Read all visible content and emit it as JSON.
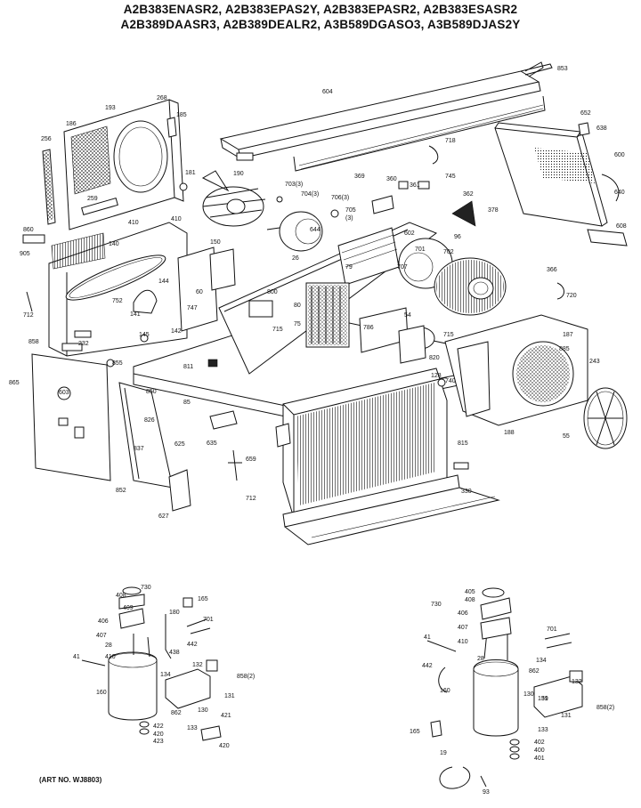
{
  "header": {
    "line1": "A2B383ENASR2, A2B383EPAS2Y, A2B383EPASR2, A2B383ESASR2",
    "line2": "A2B389DAASR3, A2B389DEALR2, A3B589DGASO3, A3B589DJAS2Y"
  },
  "art_number": "(ART NO. WJ8803)",
  "parts": [
    {
      "id": "p853",
      "t": "853"
    },
    {
      "id": "p604",
      "t": "604"
    },
    {
      "id": "p193",
      "t": "193"
    },
    {
      "id": "p268",
      "t": "268"
    },
    {
      "id": "p186",
      "t": "186"
    },
    {
      "id": "p185",
      "t": "185"
    },
    {
      "id": "p256",
      "t": "256"
    },
    {
      "id": "p259",
      "t": "259"
    },
    {
      "id": "p652",
      "t": "652"
    },
    {
      "id": "p638",
      "t": "638"
    },
    {
      "id": "p600",
      "t": "600"
    },
    {
      "id": "p640",
      "t": "640"
    },
    {
      "id": "p608",
      "t": "608"
    },
    {
      "id": "p718",
      "t": "718"
    },
    {
      "id": "p181",
      "t": "181"
    },
    {
      "id": "p190",
      "t": "190"
    },
    {
      "id": "p703",
      "t": "703(3)"
    },
    {
      "id": "p704",
      "t": "704(3)"
    },
    {
      "id": "p706",
      "t": "706(3)"
    },
    {
      "id": "p705",
      "t": "705"
    },
    {
      "id": "p705b",
      "t": "(3)"
    },
    {
      "id": "p369",
      "t": "369"
    },
    {
      "id": "p360",
      "t": "360"
    },
    {
      "id": "p361",
      "t": "361"
    },
    {
      "id": "p745",
      "t": "745"
    },
    {
      "id": "p362",
      "t": "362"
    },
    {
      "id": "p378",
      "t": "378"
    },
    {
      "id": "p860",
      "t": "860"
    },
    {
      "id": "p410",
      "t": "410"
    },
    {
      "id": "p410b",
      "t": "410"
    },
    {
      "id": "p905",
      "t": "905"
    },
    {
      "id": "p644",
      "t": "644"
    },
    {
      "id": "p602",
      "t": "602"
    },
    {
      "id": "p150",
      "t": "150"
    },
    {
      "id": "p26",
      "t": "26"
    },
    {
      "id": "p701",
      "t": "701"
    },
    {
      "id": "p702",
      "t": "702"
    },
    {
      "id": "p707",
      "t": "707"
    },
    {
      "id": "p96",
      "t": "96"
    },
    {
      "id": "p366",
      "t": "366"
    },
    {
      "id": "p720",
      "t": "720"
    },
    {
      "id": "p140",
      "t": "140"
    },
    {
      "id": "p144",
      "t": "144"
    },
    {
      "id": "p60",
      "t": "60"
    },
    {
      "id": "p800",
      "t": "800"
    },
    {
      "id": "p79",
      "t": "79"
    },
    {
      "id": "p80",
      "t": "80"
    },
    {
      "id": "p712",
      "t": "712"
    },
    {
      "id": "p752",
      "t": "752"
    },
    {
      "id": "p141",
      "t": "141"
    },
    {
      "id": "p747",
      "t": "747"
    },
    {
      "id": "p142",
      "t": "142"
    },
    {
      "id": "p715",
      "t": "715"
    },
    {
      "id": "p75",
      "t": "75"
    },
    {
      "id": "p54",
      "t": "54"
    },
    {
      "id": "p786",
      "t": "786"
    },
    {
      "id": "p715b",
      "t": "715"
    },
    {
      "id": "p187",
      "t": "187"
    },
    {
      "id": "p858",
      "t": "858"
    },
    {
      "id": "p232",
      "t": "232"
    },
    {
      "id": "p145",
      "t": "145"
    },
    {
      "id": "p855",
      "t": "855"
    },
    {
      "id": "p811",
      "t": "811"
    },
    {
      "id": "p820",
      "t": "820"
    },
    {
      "id": "p243",
      "t": "243"
    },
    {
      "id": "p865",
      "t": "865"
    },
    {
      "id": "p603",
      "t": "603"
    },
    {
      "id": "p885",
      "t": "885"
    },
    {
      "id": "p128",
      "t": "128"
    },
    {
      "id": "p740",
      "t": "740"
    },
    {
      "id": "p850",
      "t": "850"
    },
    {
      "id": "p826",
      "t": "826"
    },
    {
      "id": "p85",
      "t": "85"
    },
    {
      "id": "p635",
      "t": "635"
    },
    {
      "id": "p815",
      "t": "815"
    },
    {
      "id": "p188",
      "t": "188"
    },
    {
      "id": "p55",
      "t": "55"
    },
    {
      "id": "p837",
      "t": "837"
    },
    {
      "id": "p625",
      "t": "625"
    },
    {
      "id": "p659",
      "t": "659"
    },
    {
      "id": "p852",
      "t": "852"
    },
    {
      "id": "p627",
      "t": "627"
    },
    {
      "id": "p712b",
      "t": "712"
    },
    {
      "id": "p330",
      "t": "330"
    },
    {
      "id": "l408",
      "t": "408"
    },
    {
      "id": "l730",
      "t": "730"
    },
    {
      "id": "l165",
      "t": "165"
    },
    {
      "id": "l409",
      "t": "409"
    },
    {
      "id": "l180",
      "t": "180"
    },
    {
      "id": "l701",
      "t": "701"
    },
    {
      "id": "l406",
      "t": "406"
    },
    {
      "id": "l442",
      "t": "442"
    },
    {
      "id": "l407",
      "t": "407"
    },
    {
      "id": "l28",
      "t": "28"
    },
    {
      "id": "l438",
      "t": "438"
    },
    {
      "id": "l410",
      "t": "410"
    },
    {
      "id": "l41",
      "t": "41"
    },
    {
      "id": "l132",
      "t": "132"
    },
    {
      "id": "l134",
      "t": "134"
    },
    {
      "id": "l858",
      "t": "858(2)"
    },
    {
      "id": "l160",
      "t": "160"
    },
    {
      "id": "l131",
      "t": "131"
    },
    {
      "id": "l862",
      "t": "862"
    },
    {
      "id": "l130",
      "t": "130"
    },
    {
      "id": "l422",
      "t": "422"
    },
    {
      "id": "l421",
      "t": "421"
    },
    {
      "id": "l420a",
      "t": "420"
    },
    {
      "id": "l133",
      "t": "133"
    },
    {
      "id": "l423",
      "t": "423"
    },
    {
      "id": "l420",
      "t": "420"
    },
    {
      "id": "r405",
      "t": "405"
    },
    {
      "id": "r408",
      "t": "408"
    },
    {
      "id": "r730",
      "t": "730"
    },
    {
      "id": "r406",
      "t": "406"
    },
    {
      "id": "r407",
      "t": "407"
    },
    {
      "id": "r410",
      "t": "410"
    },
    {
      "id": "r701",
      "t": "701"
    },
    {
      "id": "r41",
      "t": "41"
    },
    {
      "id": "r442",
      "t": "442"
    },
    {
      "id": "r28",
      "t": "28"
    },
    {
      "id": "r862",
      "t": "862"
    },
    {
      "id": "r134",
      "t": "134"
    },
    {
      "id": "r160",
      "t": "160"
    },
    {
      "id": "r132",
      "t": "132"
    },
    {
      "id": "r131a",
      "t": "131"
    },
    {
      "id": "r130",
      "t": "130"
    },
    {
      "id": "r858",
      "t": "858(2)"
    },
    {
      "id": "r59",
      "t": "59"
    },
    {
      "id": "r165",
      "t": "165"
    },
    {
      "id": "r133",
      "t": "133"
    },
    {
      "id": "r131",
      "t": "131"
    },
    {
      "id": "r402",
      "t": "402"
    },
    {
      "id": "r400",
      "t": "400"
    },
    {
      "id": "r401",
      "t": "401"
    },
    {
      "id": "r19",
      "t": "19"
    },
    {
      "id": "r93",
      "t": "93"
    }
  ]
}
